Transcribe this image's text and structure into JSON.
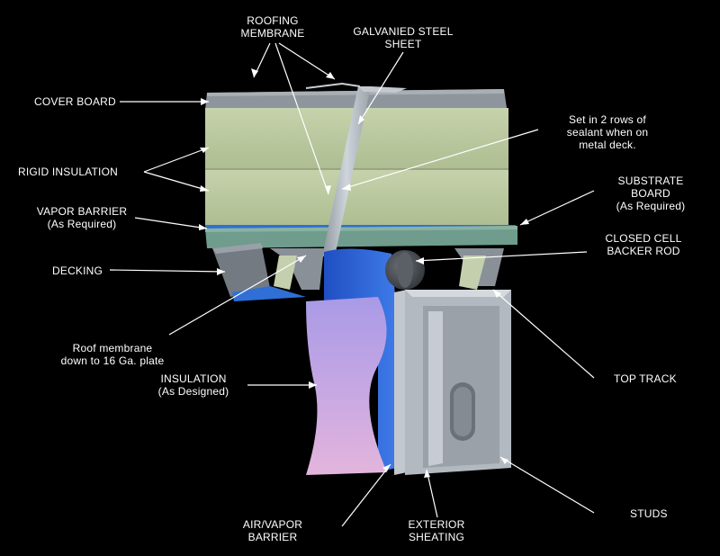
{
  "labels": {
    "roofing_membrane": [
      "ROOFING",
      "MEMBRANE"
    ],
    "galvanized_sheet": [
      "GALVANIED STEEL",
      "SHEET"
    ],
    "cover_board": "COVER BOARD",
    "sealant": [
      "Set in 2 rows of",
      "sealant when on",
      "metal deck."
    ],
    "rigid_insulation": "RIGID INSULATION",
    "substrate_board": [
      "SUBSTRATE",
      "BOARD",
      "(As Required)"
    ],
    "vapor_barrier": [
      "VAPOR BARRIER",
      "(As Required)"
    ],
    "closed_cell": [
      "CLOSED CELL",
      "BACKER ROD"
    ],
    "decking": "DECKING",
    "roof_membrane_down": [
      "Roof membrane",
      "down to 16 Ga. plate"
    ],
    "top_track": "TOP TRACK",
    "insulation": [
      "INSULATION",
      "(As Designed)"
    ],
    "studs": "STUDS",
    "air_vapor_barrier": [
      "AIR/VAPOR",
      "BARRIER"
    ],
    "exterior_sheating": [
      "EXTERIOR",
      "SHEATING"
    ]
  },
  "colors": {
    "background": "#000000",
    "label_text": "#ffffff",
    "leader_line": "#ffffff",
    "cover_board": "#8e949b",
    "rigid_insulation": "#bccaa1",
    "substrate_board": "#6f9c8c",
    "vapor_barrier": "#2f6fd6",
    "steel": "#b9c0c7",
    "batt_insulation": "#c9a6e0",
    "backer_rod": "#4a4f55"
  }
}
